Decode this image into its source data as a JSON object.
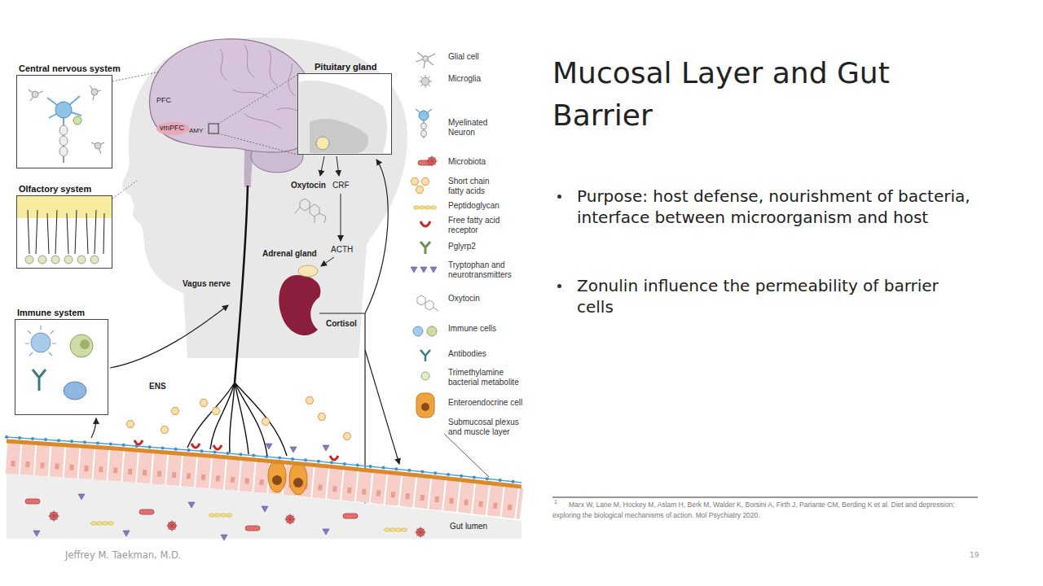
{
  "diagram": {
    "title": "Mucosal Layer and Gut Barrier",
    "nodes": [
      {
        "text": [
          "Central nervous system"
        ]
      },
      {
        "text": [
          "Olfactory system"
        ]
      },
      {
        "text": [
          "Immune system"
        ]
      },
      {
        "text": [
          "Pituitary gland"
        ]
      }
    ],
    "labels": [
      "PFC",
      "vmPFC",
      "AMY",
      "Oxytocin",
      "CRF",
      "ACTH",
      "Adrenal gland",
      "Vagus nerve",
      "Cortisol",
      "ENS",
      "Gut lumen",
      "Purpose: host defense, nourishment of bacteria, interface between microorganism and host",
      "Zonulin influence the permeability of barrier cells",
      "1",
      "Marx W, Lane M, Hockey M, Aslam H, Berk M, Walder K, Borsini A, Firth J, Pariante CM, Berding K et al. Diet and depression: exploring the biological mechanisms of action. Mol Psychiatry 2020.",
      "Jeffrey M. Taekman, M.D.",
      "19"
    ],
    "legend": [
      {
        "text": "Glial cell"
      },
      {
        "text": "Microglia"
      },
      {
        "text": "Myelinated Neuron"
      },
      {
        "text": "Microbiota"
      },
      {
        "text": "Short chain fatty acids"
      },
      {
        "text": "Peptidoglycan"
      },
      {
        "text": "Free fatty acid receptor"
      },
      {
        "text": "Pglyrp2"
      },
      {
        "text": "Tryptophan and neurotransmitters"
      },
      {
        "text": "Oxytocin"
      },
      {
        "text": "Immune cells"
      },
      {
        "text": "Antibodies"
      },
      {
        "text": "Trimethylamine bacterial metabolite"
      },
      {
        "text": "Enteroendocrine cell"
      },
      {
        "text": "Submucosal plexus and muscle layer"
      }
    ]
  }
}
